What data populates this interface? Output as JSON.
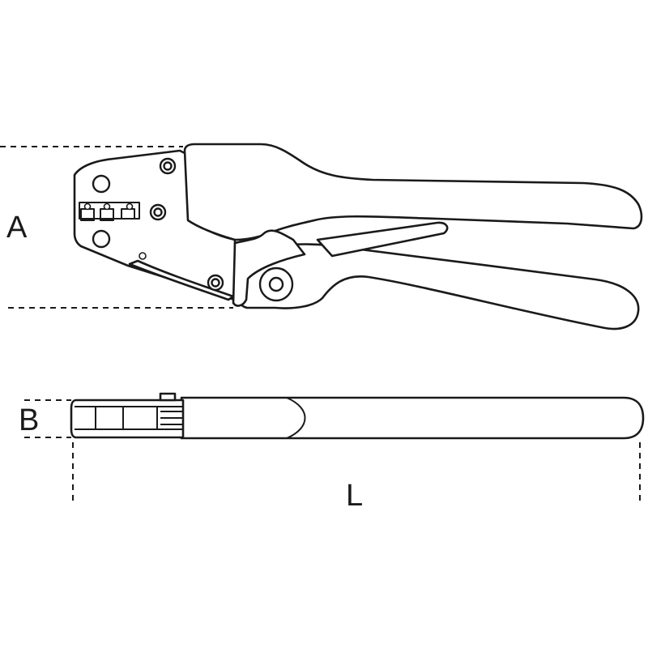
{
  "dimensions": {
    "a": "A",
    "b": "B",
    "l": "L"
  },
  "colors": {
    "line": "#1a1a1a",
    "background": "#ffffff"
  }
}
